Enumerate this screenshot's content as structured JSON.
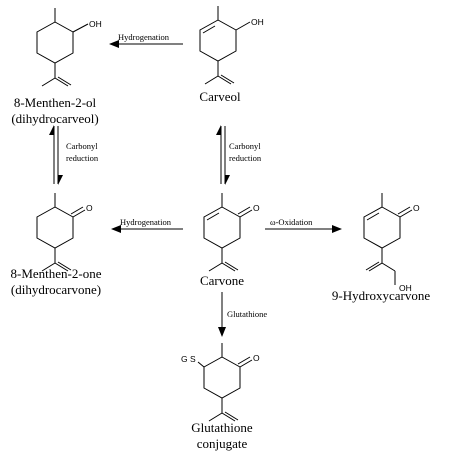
{
  "compounds": {
    "dihydrocarveol": {
      "line1": "8-Menthen-2-ol",
      "line2": "(dihydrocarveol)",
      "atom": "OH"
    },
    "carveol": {
      "line1": "Carveol",
      "atom": "OH"
    },
    "dihydrocarvone": {
      "line1": "8-Menthen-2-one",
      "line2": "(dihydrocarvone)",
      "atom": "O"
    },
    "carvone": {
      "line1": "Carvone",
      "atom": "O"
    },
    "hydroxycarvone": {
      "line1": "9-Hydroxycarvone",
      "atom_o": "O",
      "atom_oh": "OH"
    },
    "glutathione_conjugate": {
      "line1": "Glutathione",
      "line2": "conjugate",
      "atom_gs": "G S",
      "atom_o": "O"
    }
  },
  "reactions": {
    "hydrogenation_top": "Hydrogenation",
    "carbonyl_left_1": "Carbonyl",
    "carbonyl_left_2": "reduction",
    "carbonyl_right_1": "Carbonyl",
    "carbonyl_right_2": "reduction",
    "hydrogenation_mid": "Hydrogenation",
    "omega_oxidation": "ω-Oxidation",
    "glutathione": "Glutathione"
  }
}
